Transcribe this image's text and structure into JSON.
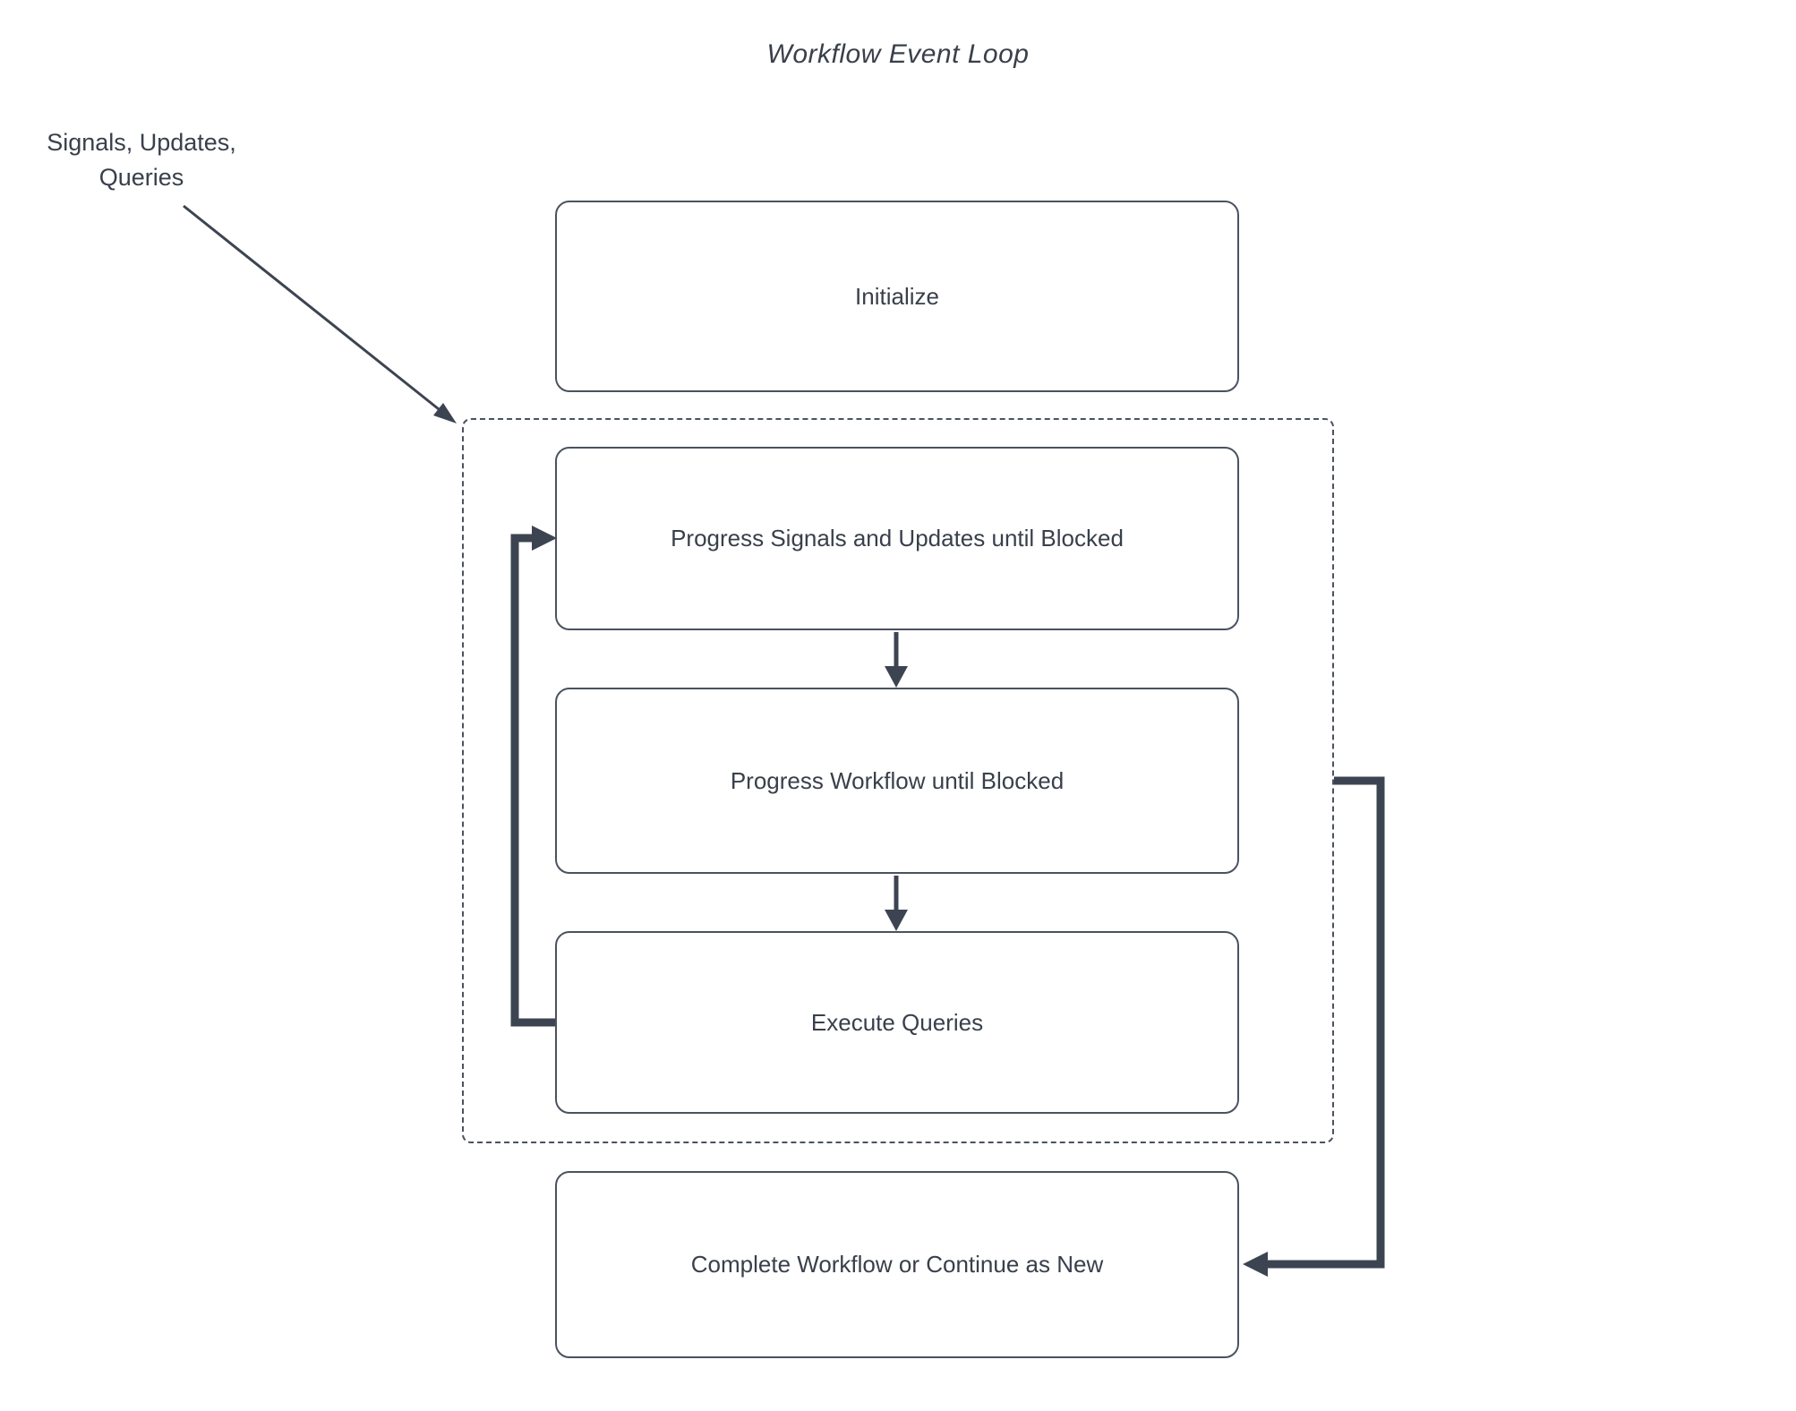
{
  "diagram": {
    "title": "Workflow Event Loop",
    "input_label": {
      "line1": "Signals, Updates,",
      "line2": "Queries"
    },
    "nodes": {
      "initialize": {
        "label": "Initialize"
      },
      "progress_signals": {
        "label": "Progress Signals and Updates until Blocked"
      },
      "progress_workflow": {
        "label": "Progress Workflow until Blocked"
      },
      "execute_queries": {
        "label": "Execute Queries"
      },
      "complete": {
        "label": "Complete Workflow or Continue as New"
      }
    },
    "colors": {
      "line": "#3d4451",
      "text": "#39404b",
      "box_border": "#4a5260",
      "background": "#ffffff"
    }
  }
}
